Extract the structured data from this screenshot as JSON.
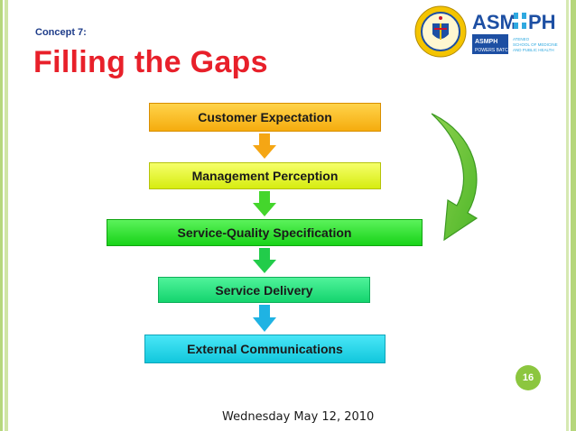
{
  "slide": {
    "concept_label": "Concept 7:",
    "title": "Filling the Gaps",
    "page_number": "16",
    "footer_date": "Wednesday May 12, 2010"
  },
  "flow": {
    "steps": [
      {
        "label": "Customer Expectation",
        "color": "#f9c12a"
      },
      {
        "label": "Management Perception",
        "color": "#e6f526"
      },
      {
        "label": "Service-Quality Specification",
        "color": "#2ee32e"
      },
      {
        "label": "Service Delivery",
        "color": "#29e385"
      },
      {
        "label": "External Communications",
        "color": "#23d5ea"
      }
    ],
    "connector_icon": "down-arrow-icon",
    "loop_icon": "curved-return-arrow-icon"
  },
  "logos": {
    "seal_icon": "university-seal-icon",
    "brand_icon": "asmph-logo-icon",
    "brand_text": "ASMPH",
    "brand_sub": "POWERS BATCH 2010",
    "brand_side": "ATENEO SCHOOL OF MEDICINE AND PUBLIC HEALTH"
  },
  "colors": {
    "title": "#e8202a",
    "concept": "#1f3d8a",
    "accent_green": "#8cc63f",
    "brand_blue": "#1d4fa3"
  }
}
